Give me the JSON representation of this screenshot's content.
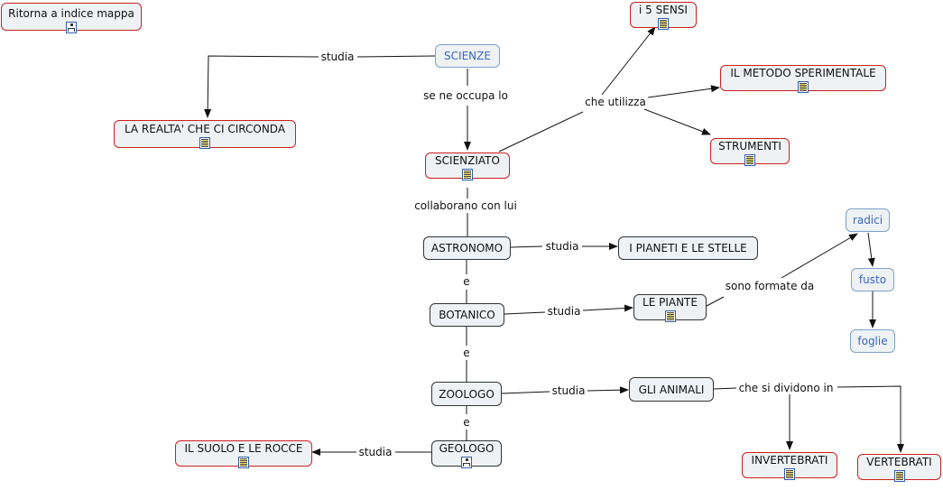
{
  "nodes": {
    "ritorna": "Ritorna a indice mappa",
    "scienze": "SCIENZE",
    "realta": "LA REALTA' CHE CI CIRCONDA",
    "scienziato": "SCIENZIATO",
    "sensi": "i 5 SENSI",
    "metodo": "IL METODO SPERIMENTALE",
    "strumenti": "STRUMENTI",
    "astronomo": "ASTRONOMO",
    "pianeti": "I PIANETI E LE STELLE",
    "botanico": "BOTANICO",
    "piante": "LE PIANTE",
    "radici": "radici",
    "fusto": "fusto",
    "foglie": "foglie",
    "zoologo": "ZOOLOGO",
    "animali": "GLI ANIMALI",
    "invertebrati": "INVERTEBRATI",
    "vertebrati": "VERTEBRATI",
    "geologo": "GEOLOGO",
    "suolo": "IL SUOLO E LE ROCCE"
  },
  "links": {
    "studia_realta": "studia",
    "se_ne_occupa": "se ne occupa lo",
    "che_utilizza": "che utilizza",
    "collaborano": "collaborano con lui",
    "studia_pianeti": "studia",
    "e_1": "e",
    "studia_piante": "studia",
    "sono_formate": "sono formate da",
    "e_2": "e",
    "studia_animali": "studia",
    "si_dividono": "che si dividono in",
    "e_3": "e",
    "studia_suolo": "studia"
  },
  "icons": {
    "document": "document-icon",
    "submap": "submap-icon"
  },
  "colors": {
    "node_fill": "#eef2f4",
    "node_border": "#333333",
    "resource_border": "#cc1f1f",
    "leaf_border": "#7da0c8",
    "leaf_text": "#3a66c4",
    "line": "#111111",
    "icon": "#2f5da8"
  }
}
